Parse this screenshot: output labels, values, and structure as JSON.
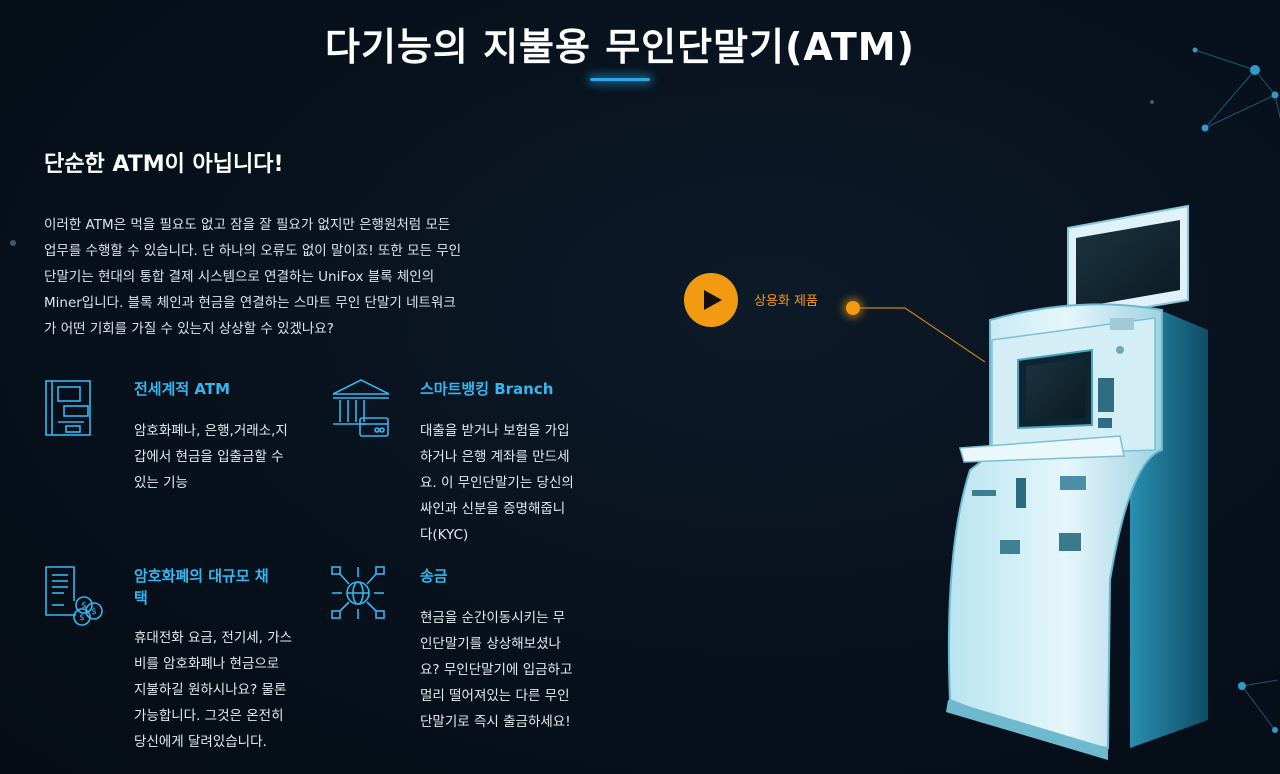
{
  "page": {
    "title": "다기능의 지불용 무인단말기(ATM)"
  },
  "intro": {
    "heading": "단순한 ATM이 아닙니다!",
    "lines": [
      "이러한 ATM은 먹을 필요도 없고 잠을 잘 필요가 없지만 은행원처럼 모든",
      "업무를 수행할 수 있습니다. 단 하나의 오류도 없이 말이죠! 또한 모든 무인",
      "단말기는 현대의 통합 결제 시스템으로 연결하는 UniFox 블록 체인의",
      "Miner입니다. 블록 체인과 현금을 연결하는 스마트 무인 단말기 네트워크",
      "가 어떤 기회를 가질 수 있는지 상상할 수 있겠나요?"
    ]
  },
  "features": [
    {
      "icon": "atm-icon",
      "title_lines": [
        "전세계적 ATM"
      ],
      "desc_lines": [
        "암호화폐나, 은행,거래소,지",
        "갑에서 현금을 입출금할 수",
        "있는 기능"
      ]
    },
    {
      "icon": "bank-building-icon",
      "title_lines": [
        "스마트뱅킹 Branch"
      ],
      "desc_lines": [
        "대출을 받거나 보험을 가입",
        "하거나 은행 계좌를 만드세",
        "요. 이 무인단말기는 당신의",
        "싸인과 신분을 증명해줍니",
        "다(KYC)"
      ]
    },
    {
      "icon": "invoice-coins-icon",
      "title_lines": [
        "암호화폐의 대규모 채",
        "택"
      ],
      "desc_lines": [
        "휴대전화 요금, 전기세, 가스",
        "비를 암호화폐나 현금으로",
        "지불하길 원하시나요? 물론",
        "가능합니다. 그것은 온전히",
        "당신에게 달려있습니다."
      ]
    },
    {
      "icon": "global-network-icon",
      "title_lines": [
        "송금"
      ],
      "desc_lines": [
        "현금을 순간이동시키는 무",
        "인단말기를 상상해보셨나",
        "요? 무인단말기에 입금하고",
        "멀리 떨어져있는 다른 무인",
        "단말기로 즉시 출금하세요!"
      ]
    }
  ],
  "product": {
    "label": "상용화 제품"
  },
  "colors": {
    "accent_blue": "#36b6ee",
    "accent_orange": "#f29a12",
    "background": "#07111c"
  }
}
